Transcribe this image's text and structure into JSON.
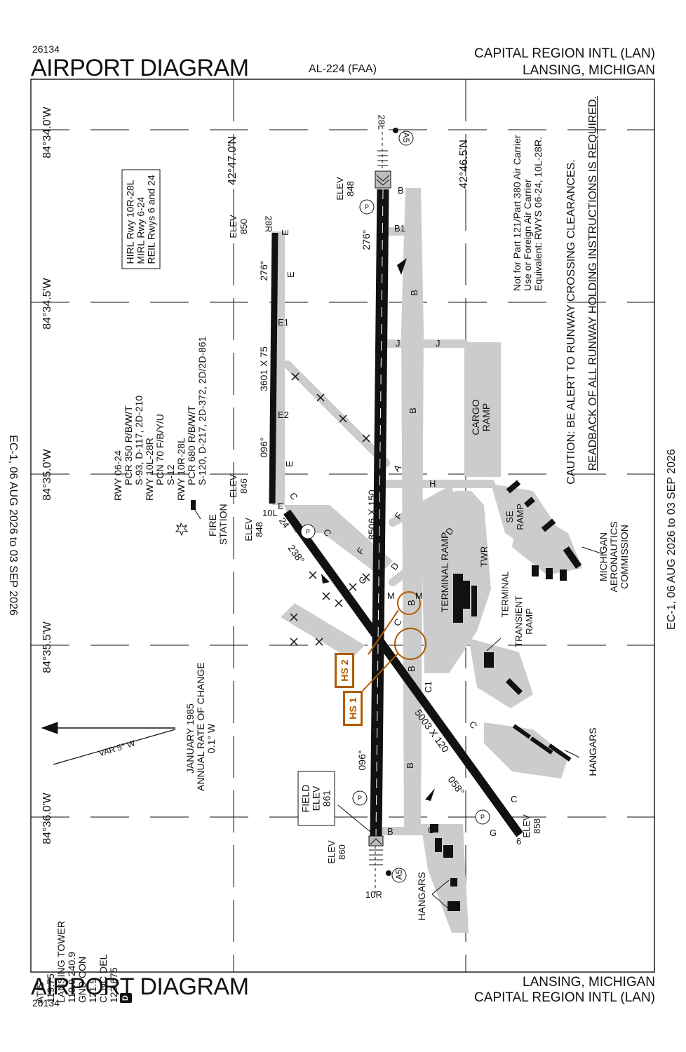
{
  "header": {
    "chart_number": "26134",
    "title": "AIRPORT DIAGRAM",
    "procedure_id": "AL-224 (FAA)",
    "airport_name": "CAPITAL REGION INTL (LAN)",
    "location": "LANSING, MICHIGAN"
  },
  "footer": {
    "title": "AIRPORT DIAGRAM",
    "chart_number": "26134",
    "location": "LANSING, MICHIGAN",
    "airport_name": "CAPITAL REGION INTL (LAN)"
  },
  "cycle": "EC-1,  06 AUG 2026  to  03 SEP 2026",
  "coordinates": {
    "lon_1": "84°34.0'W",
    "lon_2": "84°34.5'W",
    "lon_3": "84°35.0'W",
    "lon_4": "84°35.5'W",
    "lon_5": "84°36.0'W",
    "lat_1": "42°47.0'N",
    "lat_2": "42°46.5'N"
  },
  "notes": {
    "lighting": [
      "HIRL Rwy 10R-28L",
      "MIRL Rwy 6-24",
      "REIL Rwys 6 and 24"
    ],
    "strength": [
      "RWY 06-24",
      "PCR 350 R/B/W/T",
      "S-93, D-117, 2D-210",
      "RWY 10L-28R",
      "PCN 70 F/B/Y/U",
      "S-12",
      "RWY 10R-28L",
      "PCR 680 R/B/W/T",
      "S-120, D-217, 2D-372, 2D/2D-861"
    ],
    "part121": [
      "Not for Part 121/Part 380 Air Carrier",
      "Use or Foreign Air Carrier",
      "Equivalent: RWYS 06-24, 10L-28R."
    ],
    "caution_1": "CAUTION: BE ALERT TO RUNWAY CROSSING CLEARANCES.",
    "caution_2": "READBACK OF ALL RUNWAY HOLDING INSTRUCTIONS IS REQUIRED.",
    "variation": "VAR 5° W",
    "annual_change": [
      "JANUARY 1985",
      "ANNUAL RATE OF CHANGE",
      "0.1° W"
    ]
  },
  "frequencies": {
    "lines": [
      "ATIS",
      "119.75",
      "LANSING TOWER",
      "119.9  240.9",
      "GND CON",
      "121.9",
      "CLNC DEL",
      "123.675"
    ],
    "badge": "D"
  },
  "field_elev": [
    "FIELD",
    "ELEV",
    "861"
  ],
  "hot_spots": [
    "HS 1",
    "HS 2"
  ],
  "runways": {
    "rwy_10r_28l": {
      "end_a": "10R",
      "end_b": "28L",
      "dims": "8506 X 150",
      "hdg_a": "096°",
      "hdg_b": "276°",
      "elev_a": [
        "ELEV",
        "860"
      ],
      "elev_b": [
        "ELEV",
        "848"
      ]
    },
    "rwy_10l_28r": {
      "end_a": "10L",
      "end_b": "28R",
      "dims": "3601 X 75",
      "hdg_a": "096°",
      "hdg_b": "276°",
      "elev_a": [
        "ELEV",
        "846"
      ],
      "elev_b": [
        "ELEV",
        "850"
      ]
    },
    "rwy_06_24": {
      "end_a": "6",
      "end_b": "24",
      "dims": "5003 X 120",
      "hdg_a": "058°",
      "hdg_b": "238°",
      "elev_a": [
        "ELEV",
        "858"
      ],
      "elev_b": [
        "ELEV",
        "848"
      ]
    }
  },
  "taxiways": [
    "B",
    "B1",
    "J",
    "H",
    "G",
    "F",
    "E",
    "E1",
    "E2",
    "D",
    "C",
    "C1",
    "M",
    "A"
  ],
  "facilities": {
    "fire_station": [
      "FIRE",
      "STATION"
    ],
    "cargo_ramp": [
      "CARGO",
      "RAMP"
    ],
    "se_ramp": [
      "SE",
      "RAMP"
    ],
    "terminal_ramp": "TERMINAL RAMP",
    "tower": "TWR",
    "terminal": "TERMINAL",
    "transient_ramp": [
      "TRANSIENT",
      "RAMP"
    ],
    "mac": [
      "MICHIGAN",
      "AERONAUTICS",
      "COMMISSION"
    ],
    "hangars": "HANGARS"
  },
  "approach_lights": "A5"
}
